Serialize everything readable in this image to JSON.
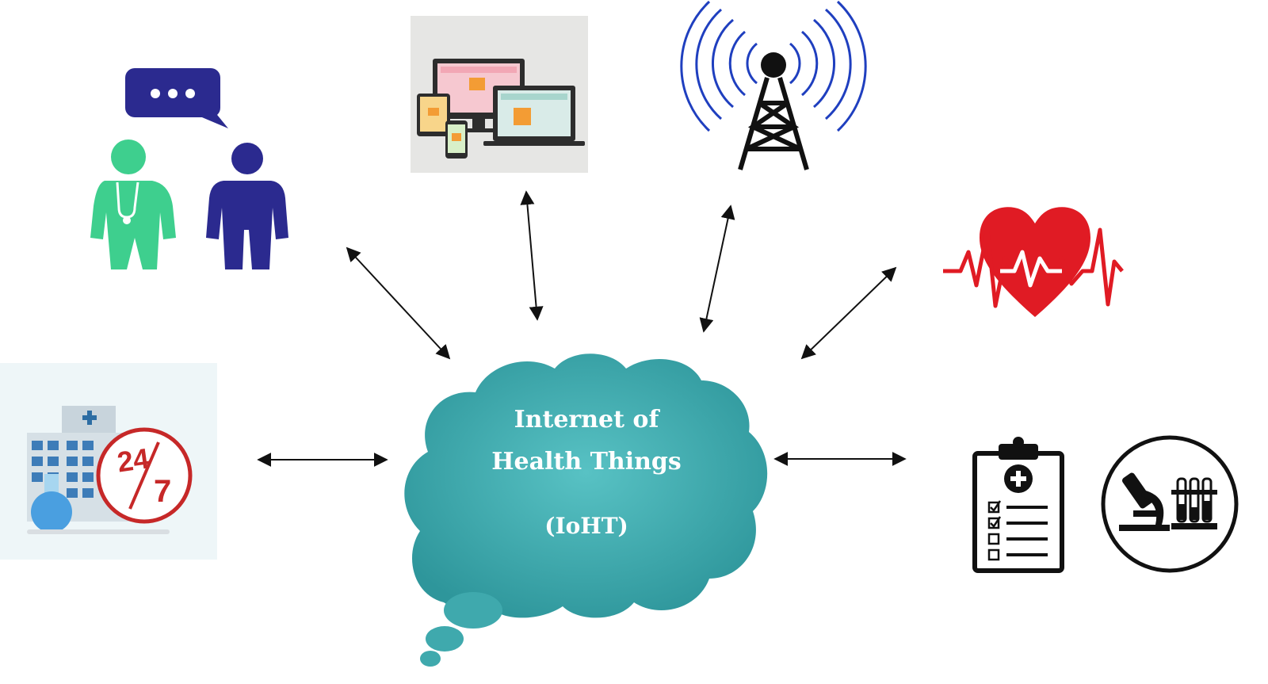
{
  "center": {
    "line1": "Internet of",
    "line2": "Health Things",
    "line3": "(IoHT)"
  },
  "hospital": {
    "badge_top": "24",
    "badge_bottom": "7"
  },
  "colors": {
    "cloud": "#3fa9ad",
    "doctor": "#3ecf8e",
    "patient": "#2b2a8f",
    "speech_bubble": "#2b2a8f",
    "wireless": "#1f3fbf",
    "heart": "#e01b24",
    "badge": "#c62828",
    "arrows": "#111111"
  },
  "icons": [
    "doctor-patient-chat-icon",
    "multi-device-icon",
    "wireless-tower-icon",
    "heartbeat-icon",
    "hospital-24-7-icon",
    "medical-checklist-icon",
    "microscope-lab-icon"
  ]
}
